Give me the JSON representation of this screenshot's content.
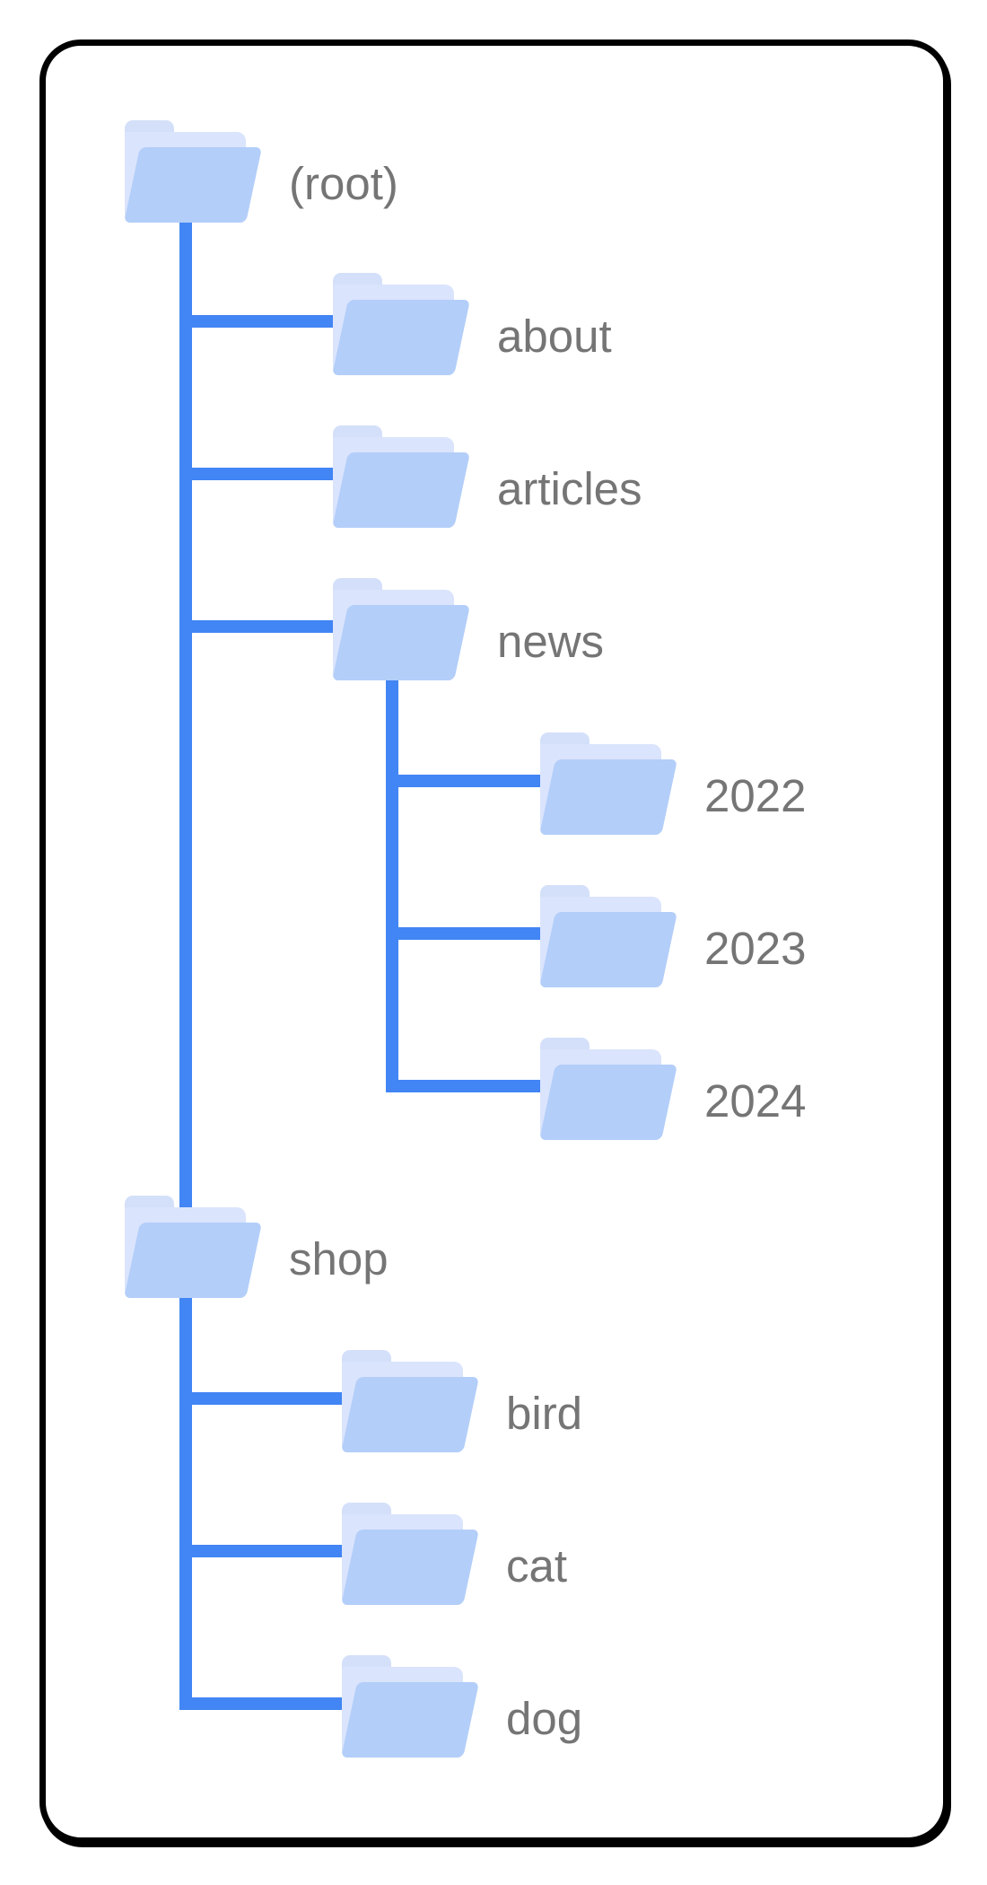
{
  "diagram": {
    "kind": "folder-hierarchy-tree",
    "nodes": [
      {
        "id": "root",
        "label": "(root)",
        "parent": null,
        "depth": 0
      },
      {
        "id": "about",
        "label": "about",
        "parent": "root",
        "depth": 1
      },
      {
        "id": "articles",
        "label": "articles",
        "parent": "root",
        "depth": 1
      },
      {
        "id": "news",
        "label": "news",
        "parent": "root",
        "depth": 1
      },
      {
        "id": "y2022",
        "label": "2022",
        "parent": "news",
        "depth": 2
      },
      {
        "id": "y2023",
        "label": "2023",
        "parent": "news",
        "depth": 2
      },
      {
        "id": "y2024",
        "label": "2024",
        "parent": "news",
        "depth": 2
      },
      {
        "id": "shop",
        "label": "shop",
        "parent": "root",
        "depth": 1
      },
      {
        "id": "bird",
        "label": "bird",
        "parent": "shop",
        "depth": 2
      },
      {
        "id": "cat",
        "label": "cat",
        "parent": "shop",
        "depth": 2
      },
      {
        "id": "dog",
        "label": "dog",
        "parent": "shop",
        "depth": 2
      }
    ],
    "colors": {
      "connector_blue": "#4285F4",
      "label_gray": "#757575",
      "folder_front": "#B3CEF9",
      "folder_back": "#DAE4FC",
      "folder_tab": "#D4E0FA",
      "card_border": "#000000",
      "background": "#FFFFFF"
    }
  }
}
